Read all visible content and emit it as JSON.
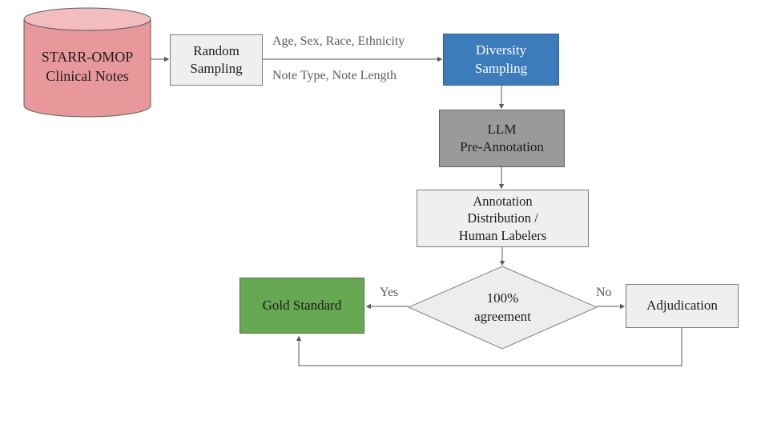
{
  "diagram": {
    "type": "flowchart",
    "nodes": {
      "source_db": {
        "shape": "cylinder",
        "lines": [
          "STARR-OMOP",
          "Clinical Notes"
        ],
        "fill": "#e8989b",
        "top_fill": "#f3bcbe"
      },
      "random_sampling": {
        "shape": "rect",
        "lines": [
          "Random",
          "Sampling"
        ],
        "fill": "#efefef"
      },
      "diversity_sampling": {
        "shape": "rect",
        "lines": [
          "Diversity",
          "Sampling"
        ],
        "fill": "#3d7cba",
        "text_color": "#ffffff"
      },
      "llm_pre_annotation": {
        "shape": "rect",
        "lines": [
          "LLM",
          "Pre-Annotation"
        ],
        "fill": "#9a9a9a"
      },
      "annotation_distribution": {
        "shape": "rect",
        "lines": [
          "Annotation",
          "Distribution /",
          "Human Labelers"
        ],
        "fill": "#efefef"
      },
      "decision": {
        "shape": "diamond",
        "lines": [
          "100%",
          "agreement"
        ],
        "fill": "#ededed"
      },
      "gold_standard": {
        "shape": "rect",
        "lines": [
          "Gold Standard"
        ],
        "fill": "#67a852"
      },
      "adjudication": {
        "shape": "rect",
        "lines": [
          "Adjudication"
        ],
        "fill": "#efefef"
      }
    },
    "edge_labels": {
      "features_top": "Age, Sex, Race, Ethnicity",
      "features_bottom": "Note Type, Note Length",
      "yes": "Yes",
      "no": "No"
    },
    "edges": [
      {
        "from": "source_db",
        "to": "random_sampling"
      },
      {
        "from": "random_sampling",
        "to": "diversity_sampling",
        "labels": [
          "Age, Sex, Race, Ethnicity",
          "Note Type, Note Length"
        ]
      },
      {
        "from": "diversity_sampling",
        "to": "llm_pre_annotation"
      },
      {
        "from": "llm_pre_annotation",
        "to": "annotation_distribution"
      },
      {
        "from": "annotation_distribution",
        "to": "decision"
      },
      {
        "from": "decision",
        "to": "gold_standard",
        "label": "Yes"
      },
      {
        "from": "decision",
        "to": "adjudication",
        "label": "No"
      },
      {
        "from": "adjudication",
        "to": "gold_standard"
      }
    ],
    "colors": {
      "arrow": "#595959",
      "label_text": "#5c5c5c",
      "box_border": "#7d7d7d",
      "background": "#ffffff"
    }
  }
}
